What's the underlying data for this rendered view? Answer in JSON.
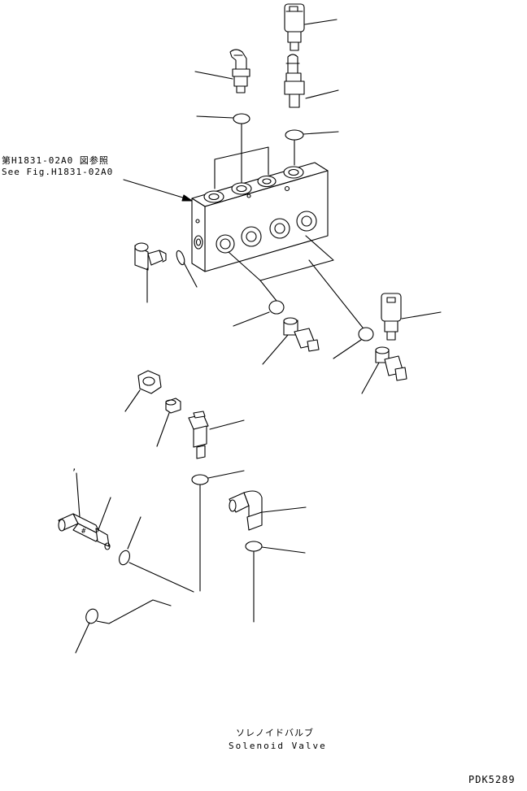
{
  "reference": {
    "japanese": "第H1831-02A0 図参照",
    "english": "See Fig.H1831-02A0"
  },
  "solenoid": {
    "japanese": "ソレノイドバルブ",
    "english": "Solenoid Valve"
  },
  "drawing_code": "PDK5289",
  "comma_mark": ","
}
